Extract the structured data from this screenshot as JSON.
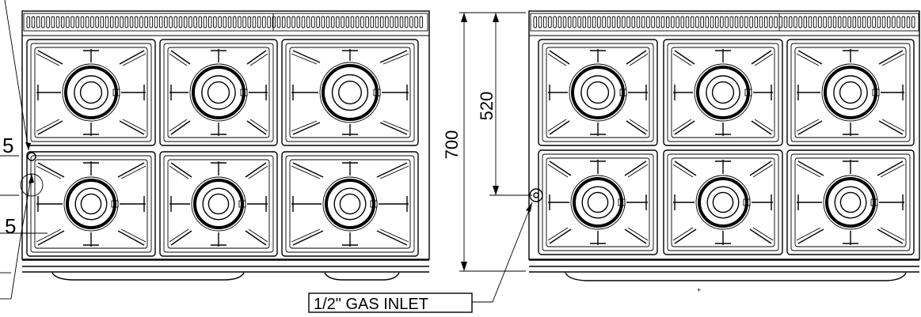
{
  "dimensions": {
    "height_total": "700",
    "height_inlet": "520",
    "partial_top": "5",
    "partial_bottom": "5"
  },
  "callout": {
    "label": "1/2\" GAS INLET"
  },
  "icons": [
    "gas-inlet-icon",
    "burner-icon",
    "grate-icon"
  ]
}
